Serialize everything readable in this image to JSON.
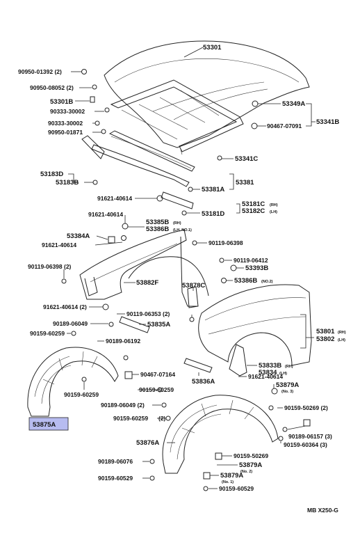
{
  "diagram_code": "MB X250-G",
  "highlight_color": "#b7bcf0",
  "labels": {
    "p53301": "53301",
    "p90950_01392": "90950-01392 (2)",
    "p90950_08052": "90950-08052 (2)",
    "p53301b": "53301B",
    "p90333_30002a": "90333-30002",
    "p90333_30002b": "90333-30002",
    "p90950_01871": "90950-01871",
    "p53349a": "53349A",
    "p53341b": "53341B",
    "p90467_07091": "90467-07091",
    "p53341c": "53341C",
    "p53183d": "53183D",
    "p53183b": "53183B",
    "p53381a": "53381A",
    "p53381": "53381",
    "p91621_40614a": "91621-40614",
    "p53181c": "53181C",
    "p53181c_sub": "(RH)",
    "p53182c": "53182C",
    "p53182c_sub": "(LH)",
    "p53181d": "53181D",
    "p91621_40614b": "91621-40614",
    "p53385b": "53385B",
    "p53385b_sub": "(RH)",
    "p53386b": "53386B",
    "p53386b_sub": "(LH, NO.1)",
    "p53384a": "53384A",
    "p91621_40614c": "91621-40614",
    "p90119_06398a": "90119-06398",
    "p90119_06398b": "90119-06398 (2)",
    "p90119_06412": "90119-06412",
    "p53393b": "53393B",
    "p53386b2": "53386B",
    "p53386b2_sub": "(NO.2)",
    "p53882f": "53882F",
    "p53878c": "53878C",
    "p91621_40614d": "91621-40614 (2)",
    "p90119_06353": "90119-06353 (2)",
    "p90189_06049a": "90189-06049",
    "p53835a": "53835A",
    "p90159_60259a": "90159-60259",
    "p90189_06192": "90189-06192",
    "p53801": "53801",
    "p53801_sub": "(RH)",
    "p53802": "53802",
    "p53802_sub": "(LH)",
    "p53833b": "53833B",
    "p53833b_sub": "(RH)",
    "p53834": "53834",
    "p53834_sub": "(LH)",
    "p90467_07164": "90467-07164",
    "p53836a": "53836A",
    "p91621_40614e": "91621-40614",
    "p90159_60259b": "90159-60259",
    "p90159_60259c": "90159-60259",
    "p53879a_top": "53879A",
    "p53879a_top_sub": "(No. 3)",
    "p90189_06049b": "90189-06049 (2)",
    "p90159_60259d": "90159-60259",
    "p90159_60259d_q": "(2)",
    "p90159_50269a": "90159-50269 (2)",
    "p53875a": "53875A",
    "p53876a": "53876A",
    "p90189_06157": "90189-06157 (3)",
    "p90159_60364": "90159-60364 (3)",
    "p90159_50269b": "90159-50269",
    "p90189_06076": "90189-06076",
    "p53879a_mid": "53879A",
    "p53879a_mid_sub": "(No. 2)",
    "p53879a_bot": "53879A",
    "p53879a_bot_sub": "(No. 1)",
    "p90159_60529a": "90159-60529",
    "p90159_60529b": "90159-60529"
  }
}
